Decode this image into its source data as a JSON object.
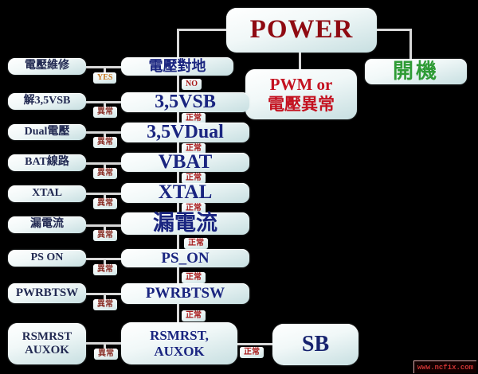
{
  "diagram": {
    "type": "flowchart",
    "topic": "POWER troubleshooting flow"
  },
  "nodes": {
    "power": "POWER",
    "boot": "開機",
    "pwm_line1": "PWM or",
    "pwm_line2": "電壓異常",
    "sb": "SB"
  },
  "rows": [
    {
      "left": "電壓維修",
      "mid": "電壓對地",
      "branch_label": "YES",
      "down_label": "NO"
    },
    {
      "left": "解3,5VSB",
      "mid": "3,5VSB",
      "branch_label": "異常",
      "down_label": "正常"
    },
    {
      "left": "Dual電壓",
      "mid": "3,5VDual",
      "branch_label": "異常",
      "down_label": "正常"
    },
    {
      "left": "BAT線路",
      "mid": "VBAT",
      "branch_label": "異常",
      "down_label": "正常"
    },
    {
      "left": "XTAL",
      "mid": "XTAL",
      "branch_label": "異常",
      "down_label": "正常"
    },
    {
      "left": "漏電流",
      "mid": "漏電流",
      "branch_label": "異常",
      "down_label": "正常"
    },
    {
      "left": "PS ON",
      "mid": "PS_ON",
      "branch_label": "異常",
      "down_label": "正常"
    },
    {
      "left": "PWRBTSW",
      "mid": "PWRBTSW",
      "branch_label": "異常",
      "down_label": "正常"
    },
    {
      "left_line1": "RSMRST",
      "left_line2": "AUXOK",
      "mid_line1": "RSMRST,",
      "mid_line2": "AUXOK",
      "branch_label": "異常",
      "sb_link_label": "正常"
    }
  ],
  "watermark": "www.ncfix.com",
  "colors": {
    "background": "#000000",
    "power_text": "#8f0a12",
    "pwm_text": "#c41220",
    "boot_text": "#2e9b35",
    "mid_text": "#1a2580",
    "left_text": "#222a52",
    "normal_label": "#a81a1a",
    "abnormal_label": "#8a3028",
    "yes_label": "#c87820",
    "no_label": "#a81a1a",
    "connector_line": "#d8d8d8",
    "node_fill_top": "#ffffff",
    "node_fill_bottom": "#c7dfe1"
  }
}
